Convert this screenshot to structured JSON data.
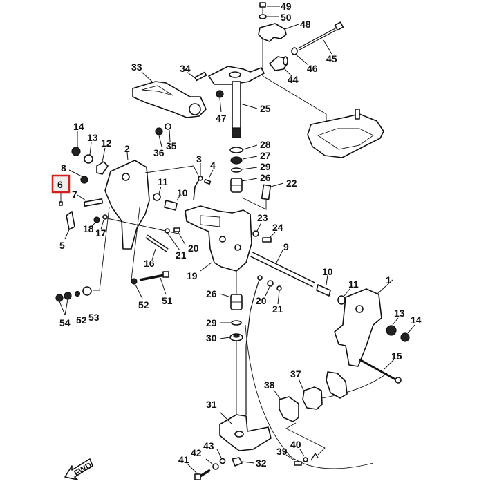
{
  "diagram": {
    "type": "exploded-parts-diagram",
    "subject": "outboard bracket / swivel assembly",
    "highlighted_callout": "6",
    "highlight_color": "#d21f1f",
    "direction_marker": "FWD",
    "callouts": [
      {
        "id": "c1",
        "text": "1"
      },
      {
        "id": "c2",
        "text": "2"
      },
      {
        "id": "c3",
        "text": "3"
      },
      {
        "id": "c4",
        "text": "4"
      },
      {
        "id": "c5",
        "text": "5"
      },
      {
        "id": "c6",
        "text": "6"
      },
      {
        "id": "c7",
        "text": "7"
      },
      {
        "id": "c8",
        "text": "8"
      },
      {
        "id": "c9",
        "text": "9"
      },
      {
        "id": "c10a",
        "text": "10"
      },
      {
        "id": "c10b",
        "text": "10"
      },
      {
        "id": "c11a",
        "text": "11"
      },
      {
        "id": "c11b",
        "text": "11"
      },
      {
        "id": "c12",
        "text": "12"
      },
      {
        "id": "c13a",
        "text": "13"
      },
      {
        "id": "c13b",
        "text": "13"
      },
      {
        "id": "c14a",
        "text": "14"
      },
      {
        "id": "c14b",
        "text": "14"
      },
      {
        "id": "c15",
        "text": "15"
      },
      {
        "id": "c16",
        "text": "16"
      },
      {
        "id": "c17",
        "text": "17"
      },
      {
        "id": "c18",
        "text": "18"
      },
      {
        "id": "c19",
        "text": "19"
      },
      {
        "id": "c20a",
        "text": "20"
      },
      {
        "id": "c20b",
        "text": "20"
      },
      {
        "id": "c21a",
        "text": "21"
      },
      {
        "id": "c21b",
        "text": "21"
      },
      {
        "id": "c22",
        "text": "22"
      },
      {
        "id": "c23",
        "text": "23"
      },
      {
        "id": "c24",
        "text": "24"
      },
      {
        "id": "c25",
        "text": "25"
      },
      {
        "id": "c26a",
        "text": "26"
      },
      {
        "id": "c26b",
        "text": "26"
      },
      {
        "id": "c27",
        "text": "27"
      },
      {
        "id": "c28",
        "text": "28"
      },
      {
        "id": "c29a",
        "text": "29"
      },
      {
        "id": "c29b",
        "text": "29"
      },
      {
        "id": "c30",
        "text": "30"
      },
      {
        "id": "c31",
        "text": "31"
      },
      {
        "id": "c32",
        "text": "32"
      },
      {
        "id": "c33",
        "text": "33"
      },
      {
        "id": "c34",
        "text": "34"
      },
      {
        "id": "c35",
        "text": "35"
      },
      {
        "id": "c36",
        "text": "36"
      },
      {
        "id": "c37",
        "text": "37"
      },
      {
        "id": "c38",
        "text": "38"
      },
      {
        "id": "c39",
        "text": "39"
      },
      {
        "id": "c40",
        "text": "40"
      },
      {
        "id": "c41",
        "text": "41"
      },
      {
        "id": "c42",
        "text": "42"
      },
      {
        "id": "c43",
        "text": "43"
      },
      {
        "id": "c44",
        "text": "44"
      },
      {
        "id": "c45",
        "text": "45"
      },
      {
        "id": "c46",
        "text": "46"
      },
      {
        "id": "c47",
        "text": "47"
      },
      {
        "id": "c48",
        "text": "48"
      },
      {
        "id": "c49",
        "text": "49"
      },
      {
        "id": "c50",
        "text": "50"
      },
      {
        "id": "c51",
        "text": "51"
      },
      {
        "id": "c52a",
        "text": "52"
      },
      {
        "id": "c52b",
        "text": "52"
      },
      {
        "id": "c53",
        "text": "53"
      },
      {
        "id": "c54",
        "text": "54"
      }
    ]
  }
}
